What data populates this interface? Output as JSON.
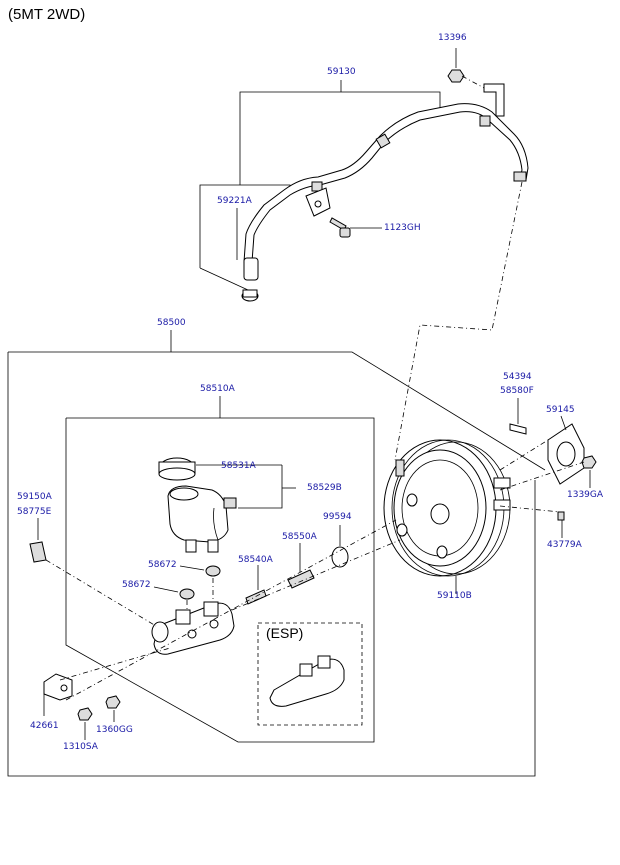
{
  "title": "(5MT 2WD)",
  "esp_label": "(ESP)",
  "labels": {
    "p13396": "13396",
    "p59130": "59130",
    "p59221A": "59221A",
    "p1123GH": "1123GH",
    "p58500": "58500",
    "p58510A": "58510A",
    "p54394": "54394",
    "p58580F": "58580F",
    "p59145": "59145",
    "p58531A": "58531A",
    "p58529B": "58529B",
    "p1339GA": "1339GA",
    "p59150A": "59150A",
    "p58775E": "58775E",
    "p99594": "99594",
    "p58550A": "58550A",
    "p43779A": "43779A",
    "p58672a": "58672",
    "p58540A": "58540A",
    "p58672b": "58672",
    "p59110B": "59110B",
    "p42661": "42661",
    "p1360GG": "1360GG",
    "p1310SA": "1310SA"
  }
}
